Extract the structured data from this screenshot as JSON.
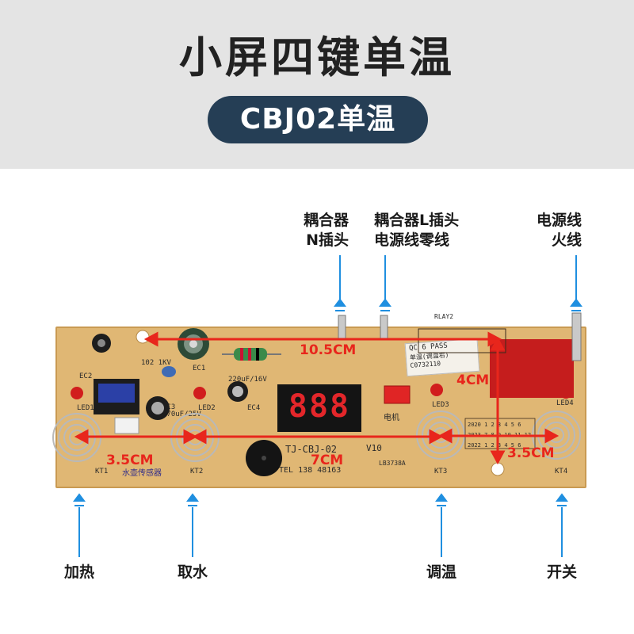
{
  "header": {
    "title": "小屏四键单温",
    "model_badge": "CBJ02单温"
  },
  "top_labels": {
    "coupler_n": [
      "耦合器",
      "N插头"
    ],
    "coupler_l": [
      "耦合器L插头",
      "电源线零线"
    ],
    "power_live": [
      "电源线",
      "火线"
    ]
  },
  "bottom_labels": {
    "heat": "加热",
    "water": "取水",
    "temp": "调温",
    "switch": "开关"
  },
  "measurements": {
    "top_span": "10.5CM",
    "right_vertical": "4CM",
    "left_gap": "3.5CM",
    "mid_gap": "7CM",
    "right_gap": "3.5CM"
  },
  "board": {
    "display": "888",
    "model_print": "TJ-CBJ-02",
    "version": "V10",
    "phone_print": "TEL 138 48163",
    "sensor_print": "水壶传感器",
    "sticker_line1": "QC 6  PASS",
    "sticker_line2": "单温(调温右)",
    "sticker_line3": "C0732110",
    "motor_label": "电机",
    "ec1": "EC1",
    "ec2": "EC2",
    "ec3": "EC3",
    "ec4": "EC4",
    "led1": "LED1",
    "led2": "LED2",
    "led3": "LED3",
    "led4": "LED4",
    "kt1": "KT1",
    "kt2": "KT2",
    "kt3": "KT3",
    "kt4": "KT4",
    "cap_value": "220uF/16V",
    "cap2_value": "470uF/25V",
    "res_value": "102 1KV",
    "relay": "RLAY2",
    "part_code": "LB3738A",
    "grid_rows": [
      "2020 1 2 3 4 5 6",
      "2023 7 8 9 10 11 12",
      "2022 1 2 3 4 5 6"
    ]
  },
  "colors": {
    "header_bg": "#e4e4e4",
    "pill_bg": "#253e55",
    "arrow_blue": "#1f8fe0",
    "measure_red": "#e8261c",
    "board": "#e0b774"
  }
}
